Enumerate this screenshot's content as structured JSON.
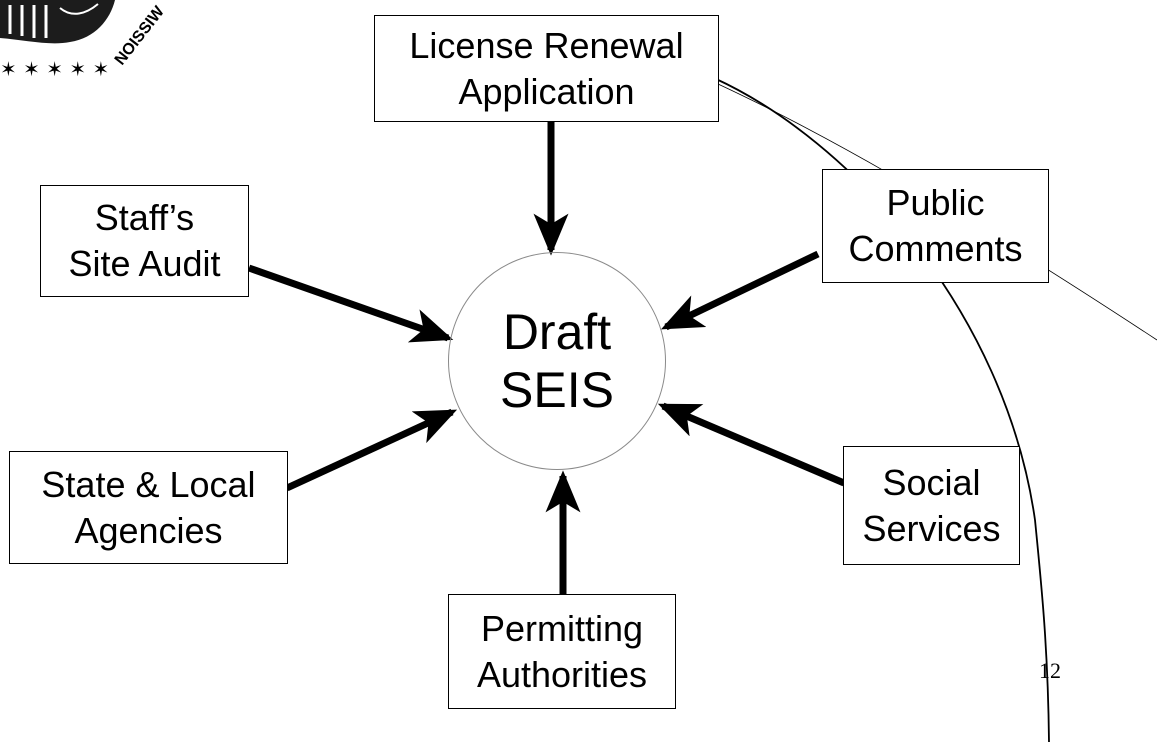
{
  "diagram": {
    "center": {
      "line1": "Draft",
      "line2": "SEIS"
    },
    "inputs": {
      "license_renewal": {
        "line1": "License Renewal",
        "line2": "Application"
      },
      "public_comments": {
        "line1": "Public",
        "line2": "Comments"
      },
      "site_audit": {
        "line1": "Staff’s",
        "line2": "Site Audit"
      },
      "state_local": {
        "line1": "State & Local",
        "line2": "Agencies"
      },
      "social_services": {
        "line1": "Social",
        "line2": "Services"
      },
      "permitting": {
        "line1": "Permitting",
        "line2": "Authorities"
      }
    }
  },
  "page_number": "12",
  "seal": {
    "text": "NOISSIW",
    "description": "agency seal fragment with stars"
  }
}
